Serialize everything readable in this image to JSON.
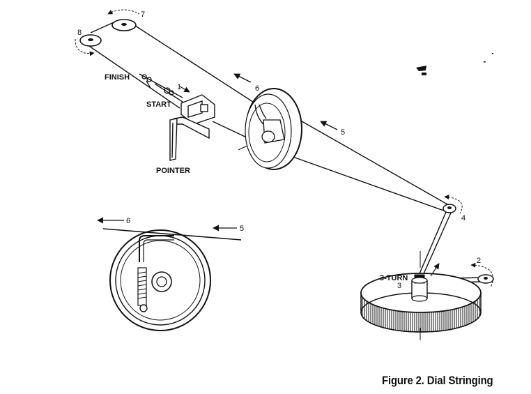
{
  "labels": {
    "finish": "FINISH",
    "start": "START",
    "pointer": "POINTER",
    "three_turn": "3-TURN"
  },
  "callouts": {
    "n1": "1",
    "n2": "2",
    "n3": "3",
    "n4": "4",
    "n5": "5",
    "n6": "6",
    "n7": "7",
    "n8": "8",
    "inset_6": "6",
    "inset_5": "5"
  },
  "caption": "Figure 2.  Dial Stringing"
}
